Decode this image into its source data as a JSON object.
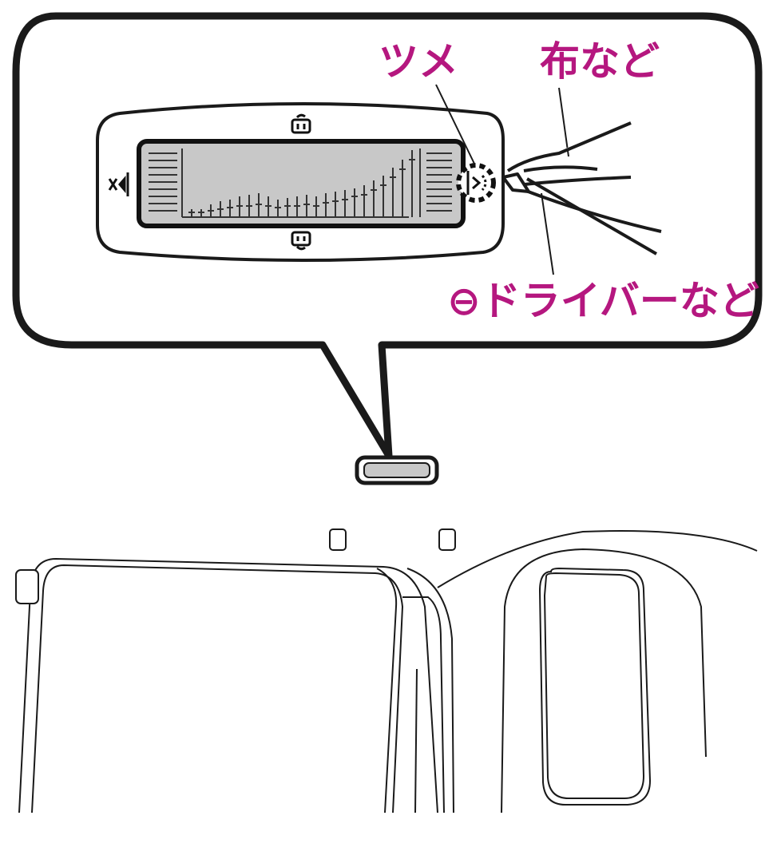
{
  "labels": {
    "tsume": "ツメ",
    "cloth": "布など",
    "driver": "⊖ドライバーなど"
  },
  "display_icons": {
    "top": "face-up-icon",
    "bottom": "face-down-icon",
    "left": "speaker-mute-icon",
    "right": "speaker-icon"
  },
  "colors": {
    "label": "#b5177f",
    "line": "#1a1a1a",
    "lcd": "#c8c8c8",
    "lcd_lines": "#333333",
    "highlight_circle": "#111111"
  }
}
